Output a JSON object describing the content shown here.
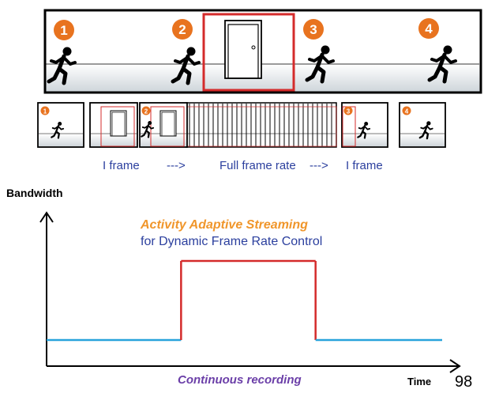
{
  "scene": {
    "markers": [
      "1",
      "2",
      "3",
      "4"
    ],
    "colors": {
      "border": "#000000",
      "floor_bg": "#cfd6db",
      "floor_line": "#7a7a7a",
      "marker": "#e8731f",
      "highlight": "#d42b2b",
      "figure": "#000000"
    }
  },
  "thumbnails": {
    "markers": [
      "1",
      "2",
      "3",
      "4"
    ],
    "caption": {
      "iframe_left": "I frame",
      "arrow_left": "--->",
      "full_rate": "Full frame rate",
      "arrow_right": "--->",
      "iframe_right": "I frame"
    }
  },
  "chart": {
    "ylabel": "Bandwidth",
    "annotation_title": "Activity Adaptive Streaming",
    "annotation_subtitle": "for Dynamic Frame Rate Control",
    "bottom_caption": "Continuous recording",
    "xlabel": "Time",
    "colors": {
      "baseline": "#29a3dc",
      "active": "#d42b2b",
      "axis": "#000000"
    }
  },
  "page_number": "98",
  "chart_data": {
    "type": "line",
    "title": "",
    "xlabel": "Time",
    "ylabel": "Bandwidth",
    "series": [
      {
        "values_desc": "",
        "x": [
          0,
          34,
          34,
          68,
          68,
          100
        ],
        "y": [
          1,
          1,
          5,
          5,
          1,
          1
        ]
      }
    ]
  }
}
